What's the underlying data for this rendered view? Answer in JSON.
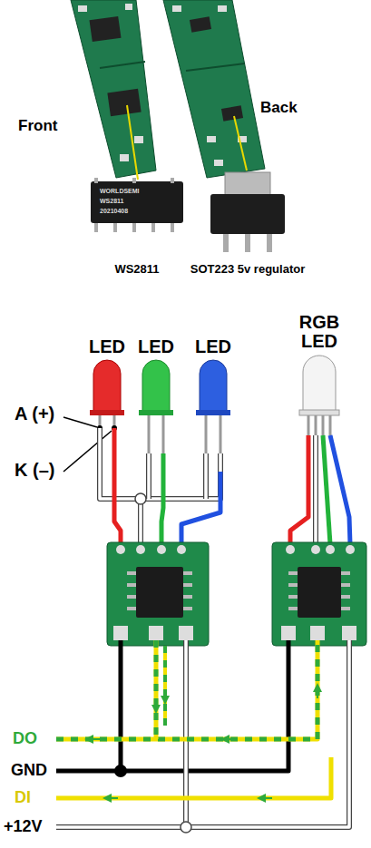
{
  "diagram": {
    "labels": [
      "Front",
      "Back",
      "WORLDSEMI",
      "WS2811",
      "20210408",
      "WS2811",
      "SOT223 5v regulator",
      "LED",
      "LED",
      "LED",
      "RGB LED",
      "A (+)",
      "K (–)",
      "DO",
      "GND",
      "DI",
      "+12V"
    ]
  }
}
